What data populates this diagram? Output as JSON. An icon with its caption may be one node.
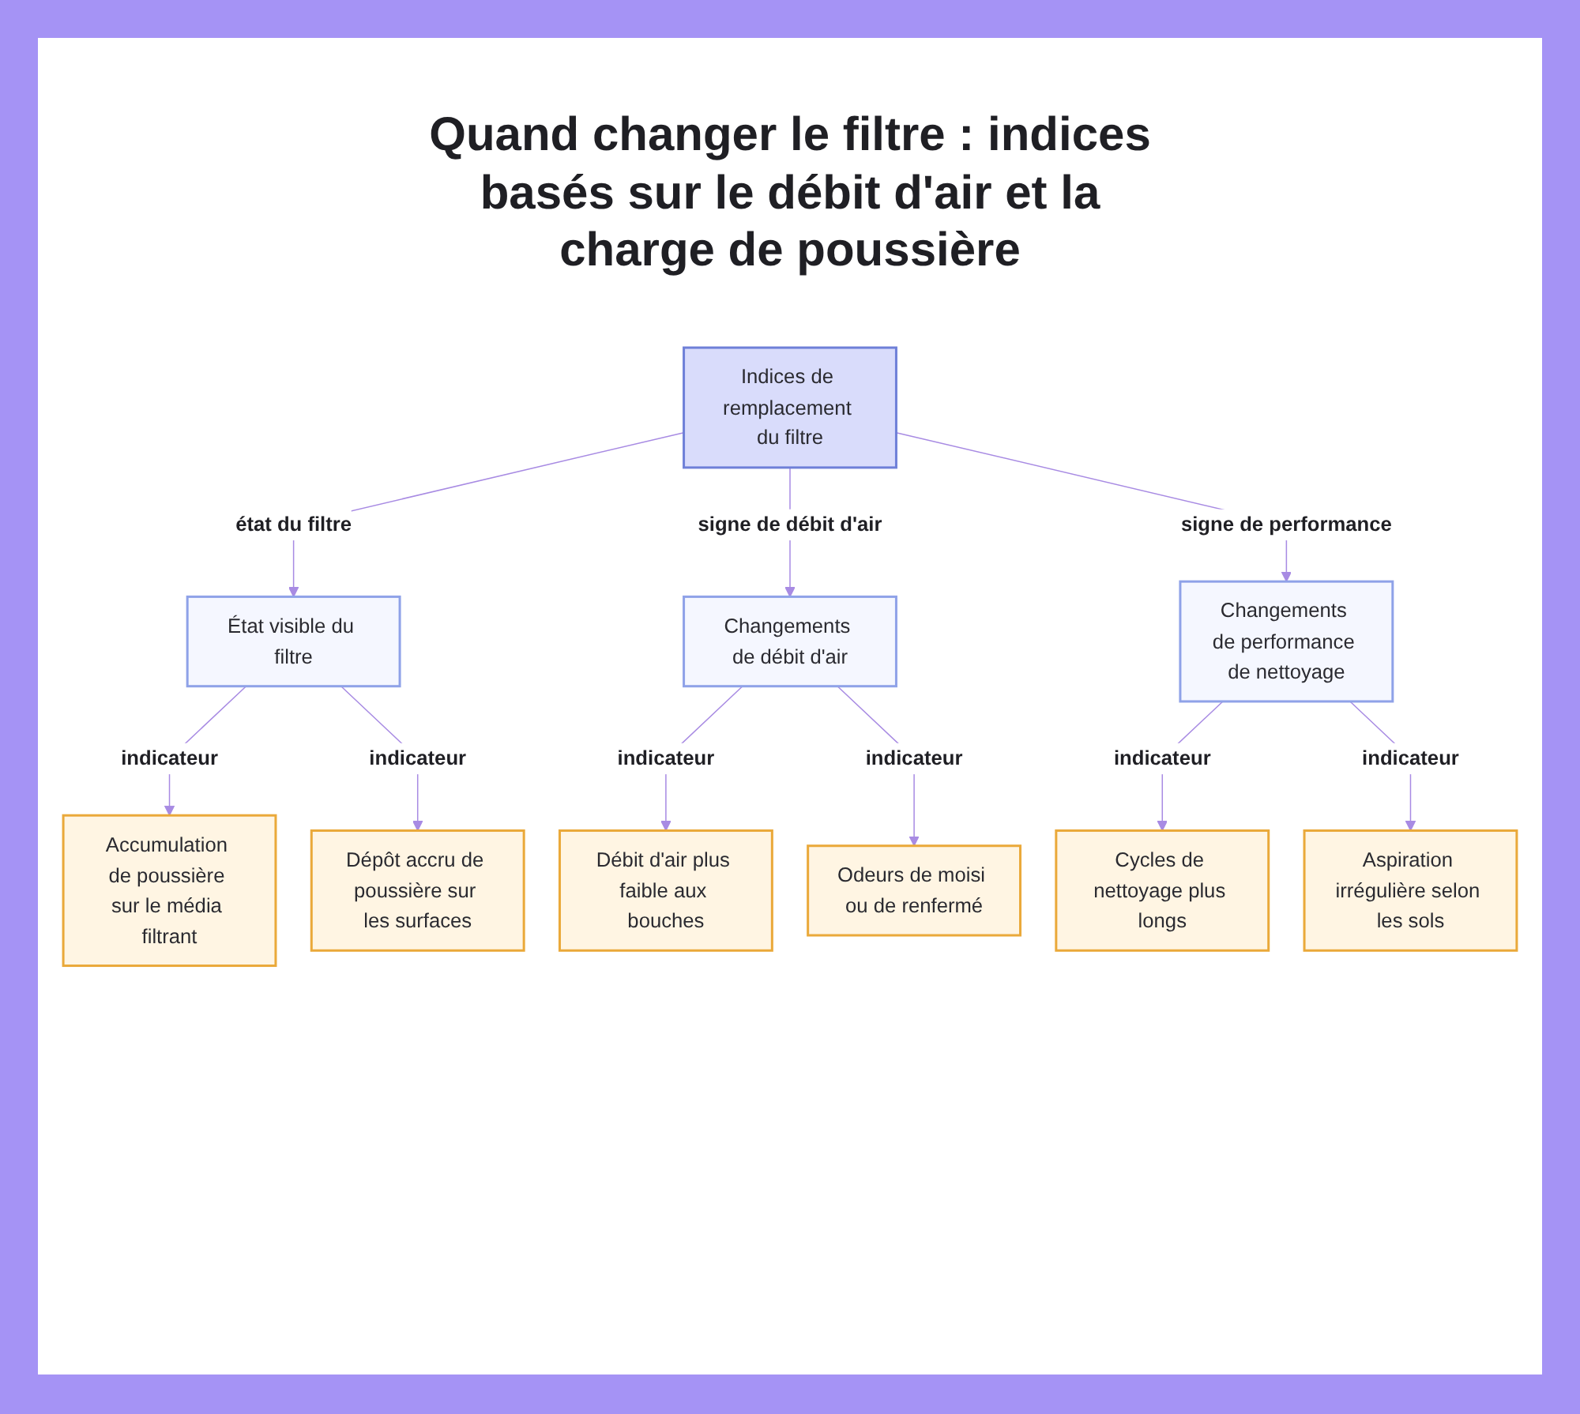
{
  "diagram": {
    "title": "Quand changer le filtre : indices basés sur le débit d'air et la charge de poussière",
    "nodes": [
      {
        "text": [
          "Indices de remplacement du filtre"
        ]
      },
      {
        "text": [
          "État visible du filtre"
        ]
      },
      {
        "text": [
          "Changements de débit d'air"
        ]
      },
      {
        "text": [
          "Changements de performance de nettoyage"
        ]
      },
      {
        "text": [
          "Accumulation de poussière sur le média filtrant"
        ]
      },
      {
        "text": [
          "Dépôt accru de poussière sur les surfaces"
        ]
      },
      {
        "text": [
          "Débit d'air plus faible aux bouches"
        ]
      },
      {
        "text": [
          "Odeurs de moisi ou de renfermé"
        ]
      },
      {
        "text": [
          "Cycles de nettoyage plus longs"
        ]
      },
      {
        "text": [
          "Aspiration irrégulière selon les sols"
        ]
      }
    ],
    "edges": [
      {
        "from": 0,
        "to": 1,
        "arrow": "to",
        "label": "état du filtre"
      },
      {
        "from": 0,
        "to": 2,
        "arrow": "to",
        "label": "signe de débit d'air"
      },
      {
        "from": 0,
        "to": 3,
        "arrow": "to",
        "label": "signe de performance"
      },
      {
        "from": 1,
        "to": 4,
        "arrow": "to",
        "label": "indicateur"
      },
      {
        "from": 1,
        "to": 5,
        "arrow": "to",
        "label": "indicateur"
      },
      {
        "from": 2,
        "to": 6,
        "arrow": "to",
        "label": "indicateur"
      },
      {
        "from": 2,
        "to": 7,
        "arrow": "to",
        "label": "indicateur"
      },
      {
        "from": 3,
        "to": 8,
        "arrow": "to",
        "label": "indicateur"
      },
      {
        "from": 3,
        "to": 9,
        "arrow": "to",
        "label": "indicateur"
      }
    ]
  }
}
